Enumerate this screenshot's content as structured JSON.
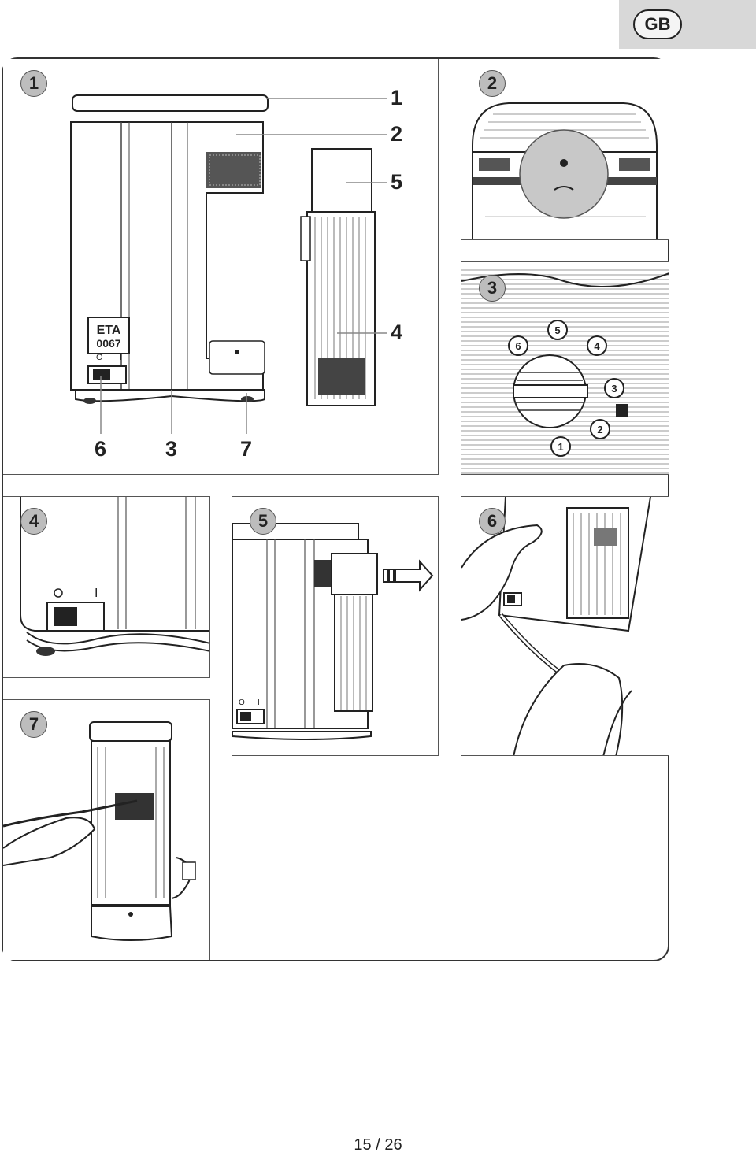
{
  "header": {
    "language_code": "GB"
  },
  "figures": [
    {
      "number": "1",
      "callouts": [
        "1",
        "2",
        "5",
        "4",
        "6",
        "3",
        "7"
      ],
      "device_label": [
        "ETA",
        "0067"
      ],
      "switch_marks": [
        "O",
        "I"
      ]
    },
    {
      "number": "2"
    },
    {
      "number": "3",
      "dial_marks": [
        "1",
        "2",
        "3",
        "4",
        "5",
        "6"
      ]
    },
    {
      "number": "4",
      "switch_marks": [
        "O",
        "I"
      ]
    },
    {
      "number": "5",
      "switch_marks": [
        "O",
        "I"
      ]
    },
    {
      "number": "6"
    },
    {
      "number": "7"
    }
  ],
  "footer": {
    "page_indicator": "15 / 26"
  }
}
